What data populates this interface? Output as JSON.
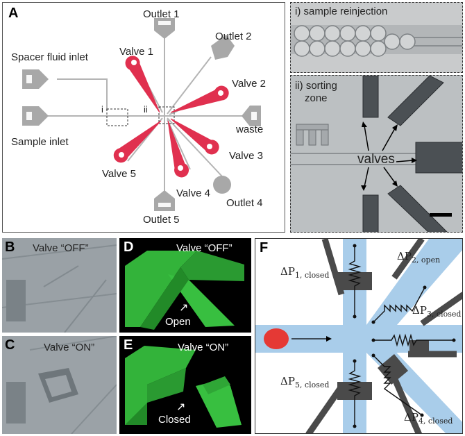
{
  "panel_a": {
    "letter": "A",
    "outlet1": "Outlet 1",
    "outlet2": "Outlet 2",
    "outlet4": "Outlet 4",
    "outlet5": "Outlet 5",
    "waste": "waste",
    "valve1": "Valve 1",
    "valve2": "Valve 2",
    "valve3": "Valve 3",
    "valve4": "Valve 4",
    "valve5": "Valve 5",
    "spacer_inlet": "Spacer fluid inlet",
    "sample_inlet": "Sample inlet",
    "box_i": "i",
    "box_ii": "ii",
    "colors": {
      "valve": "#e0304f",
      "channel": "#b4b4b4",
      "port": "#a8a8a8"
    }
  },
  "micrograph_i": {
    "caption": "i) sample reinjection"
  },
  "micrograph_ii": {
    "caption_line1": "ii) sorting",
    "caption_line2": "zone",
    "valves_label": "valves"
  },
  "panel_b": {
    "letter": "B",
    "label": "Valve “OFF”"
  },
  "panel_c": {
    "letter": "C",
    "label": "Valve “ON”"
  },
  "panel_d": {
    "letter": "D",
    "label": "Valve “OFF”",
    "state": "Open"
  },
  "panel_e": {
    "letter": "E",
    "label": "Valve “ON”",
    "state": "Closed"
  },
  "panel_f": {
    "letter": "F",
    "p1": "1, closed",
    "p2": "2, open",
    "p3": "3, closed",
    "p4": "4, closed",
    "p5": "5, closed",
    "colors": {
      "channel": "#a9cdea",
      "droplet": "#e53935",
      "valve": "#4a4a4a"
    }
  }
}
